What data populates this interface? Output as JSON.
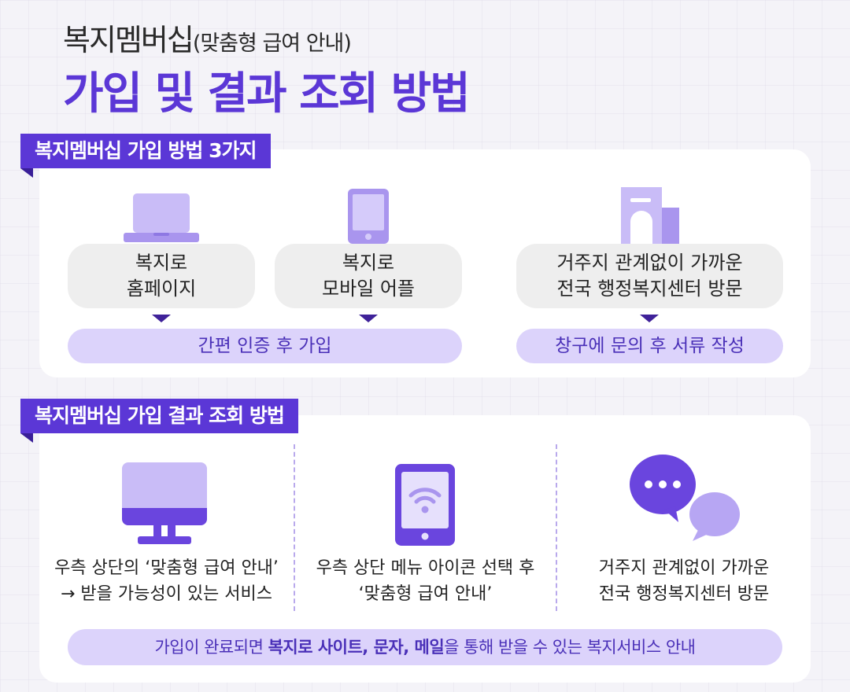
{
  "header": {
    "subtitle": "복지멤버십",
    "subtitle_paren": "(맞춤형 급여 안내)",
    "title": "가입 및 결과 조회 방법"
  },
  "section1": {
    "ribbon": "복지멤버십 가입 방법 3가지",
    "methods": [
      {
        "line1": "복지로",
        "line2": "홈페이지",
        "icon": "laptop-icon"
      },
      {
        "line1": "복지로",
        "line2": "모바일 어플",
        "icon": "smartphone-icon"
      },
      {
        "line1": "거주지 관계없이 가까운",
        "line2": "전국 행정복지센터 방문",
        "icon": "building-icon"
      }
    ],
    "online_result": "간편 인증 후 가입",
    "offline_result": "창구에 문의 후 서류 작성"
  },
  "section2": {
    "ribbon": "복지멤버십 가입 결과 조회 방법",
    "items": [
      {
        "line1": "우측 상단의 ‘맞춤형 급여 안내’",
        "line2": "→ 받을 가능성이 있는 서비스",
        "icon": "monitor-icon"
      },
      {
        "line1": "우측 상단 메뉴 아이콘 선택 후",
        "line2": "‘맞춤형 급여 안내’",
        "icon": "mobile-wifi-icon"
      },
      {
        "line1": "거주지 관계없이 가까운",
        "line2": "전국 행정복지센터 방문",
        "icon": "chat-bubbles-icon"
      }
    ],
    "notice": {
      "prefix": "가입이 완료되면 ",
      "bold1": "복지로 사이트, 문자, 메일",
      "suffix": "을 통해 받을 수 있는 복지서비스 안내"
    }
  },
  "colors": {
    "accent": "#5b37d6",
    "light_purple": "#dcd3fb",
    "icon_light": "#b7a6f3",
    "icon_dark": "#6a45de"
  }
}
